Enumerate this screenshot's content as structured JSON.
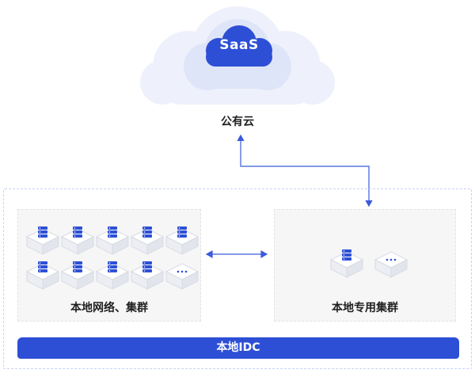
{
  "saas_label": "SaaS",
  "public_cloud_label": "公有云",
  "left_cluster_label": "本地网络、集群",
  "right_cluster_label": "本地专用集群",
  "idc_label": "本地IDC",
  "colors": {
    "accent": "#2d4fd6",
    "cloud_outer": "#eef1fb",
    "cloud_mid": "#dfe5f8",
    "cloud_inner": "#c9d3f3",
    "connector": "#3b5bdb",
    "server": "#2d4fd6"
  },
  "icons": [
    "cloud-icon",
    "server-box-icon",
    "more-box-icon",
    "double-arrow-icon"
  ]
}
